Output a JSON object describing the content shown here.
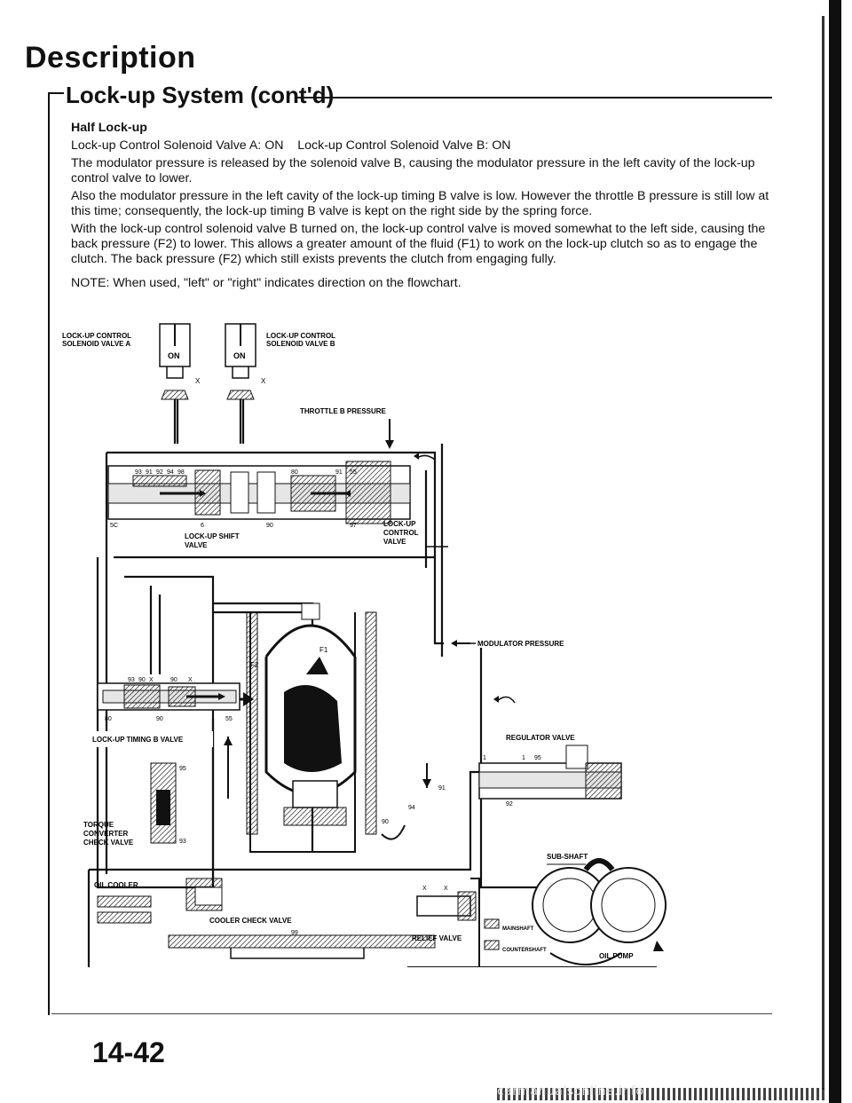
{
  "header": {
    "title": "Description",
    "section": "Lock-up System (cont'd)"
  },
  "body": {
    "subheading": "Half Lock-up",
    "solenoid_status": "Lock-up Control Solenoid Valve A: ON    Lock-up Control Solenoid Valve B: ON",
    "paragraph1": "The modulator pressure is released by the solenoid valve B, causing the modulator pressure in the left cavity of the lock-up control valve to lower.",
    "paragraph2": "Also the modulator pressure in the left cavity of the lock-up timing B valve is low. However the throttle B pressure is still low at this time; consequently, the lock-up timing B valve is kept on the right side by the spring force.",
    "paragraph3": "With the lock-up control solenoid valve B turned on, the lock-up control valve is moved somewhat to the left side, causing the back pressure (F2) to lower. This allows a greater amount of the fluid (F1) to work on the lock-up clutch so as to engage the clutch. The back pressure (F2) which still exists prevents the clutch from engaging fully.",
    "note": "NOTE:  When used, \"left\" or \"right\" indicates direction on the flowchart."
  },
  "diagram": {
    "labels": {
      "solenoid_a_line1": "LOCK-UP CONTROL",
      "solenoid_a_line2": "SOLENOID VALVE A",
      "solenoid_b_line1": "LOCK-UP CONTROL",
      "solenoid_b_line2": "SOLENOID VALVE B",
      "on_a": "ON",
      "on_b": "ON",
      "throttle": "THROTTLE B PRESSURE",
      "shift_valve_1": "LOCK-UP SHIFT",
      "shift_valve_2": "VALVE",
      "control_valve_1": "LOCK-UP",
      "control_valve_2": "CONTROL",
      "control_valve_3": "VALVE",
      "modulator": "MODULATOR PRESSURE",
      "regulator": "REGULATOR VALVE",
      "timing_b": "LOCK-UP TIMING B VALVE",
      "converter_1": "TORQUE",
      "converter_2": "CONVERTER",
      "converter_3": "CHECK VALVE",
      "oil_cooler": "OIL COOLER",
      "cooler_check": "COOLER CHECK VALVE",
      "relief": "RELIEF VALVE",
      "sub_shaft": "SUB-SHAFT",
      "mainshaft": "MAINSHAFT",
      "countershaft": "COUNTERSHAFT",
      "oil_pump": "OIL PUMP",
      "f1": "F1",
      "f2": "F2"
    },
    "port_numbers": {
      "p93": "93",
      "p91": "91",
      "p92": "92",
      "p94": "94",
      "p98": "98",
      "p5c": "5C",
      "p6": "6",
      "p90": "90",
      "p97": "97",
      "p80": "80",
      "p55": "55",
      "p1": "1",
      "p95": "95",
      "p99": "99",
      "x": "X"
    }
  },
  "footer": {
    "page_number": "14-42",
    "watermark": "carmanualsonline.info"
  }
}
